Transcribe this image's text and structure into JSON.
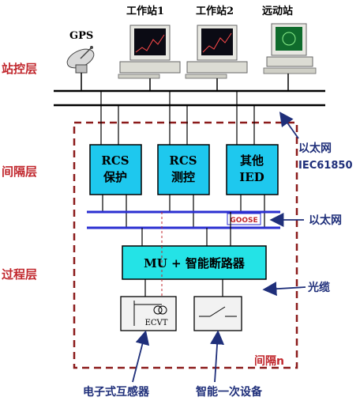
{
  "layers": {
    "station": "站控层",
    "bay": "间隔层",
    "process": "过程层"
  },
  "station_devices": {
    "gps": "GPS",
    "workstation1": "工作站1",
    "workstation2": "工作站2",
    "remote": "远动站"
  },
  "bay_boxes": {
    "rcs_protect_line1": "RCS",
    "rcs_protect_line2": "保护",
    "rcs_measure_line1": "RCS",
    "rcs_measure_line2": "测控",
    "other_ied_line1": "其他",
    "other_ied_line2": "IED"
  },
  "callouts": {
    "ethernet_iec_line1": "以太网",
    "ethernet_iec_line2": "IEC61850",
    "ethernet": "以太网",
    "optical_cable": "光缆",
    "electronic_transformer": "电子式互感器",
    "smart_primary_equipment": "智能一次设备",
    "bay_n": "间隔n"
  },
  "process_devices": {
    "goose": "GOOSE",
    "mu_breaker": "MU + 智能断路器",
    "ecvt": "ECVT"
  },
  "colors": {
    "layer_label": "#c1272d",
    "callout": "#1f2f7a",
    "box_fill_blue": "#1ec8ee",
    "box_fill_cyan": "#24e3e6",
    "bus_blue": "#2b2fd1",
    "dashed_border": "#8b1a1a"
  }
}
